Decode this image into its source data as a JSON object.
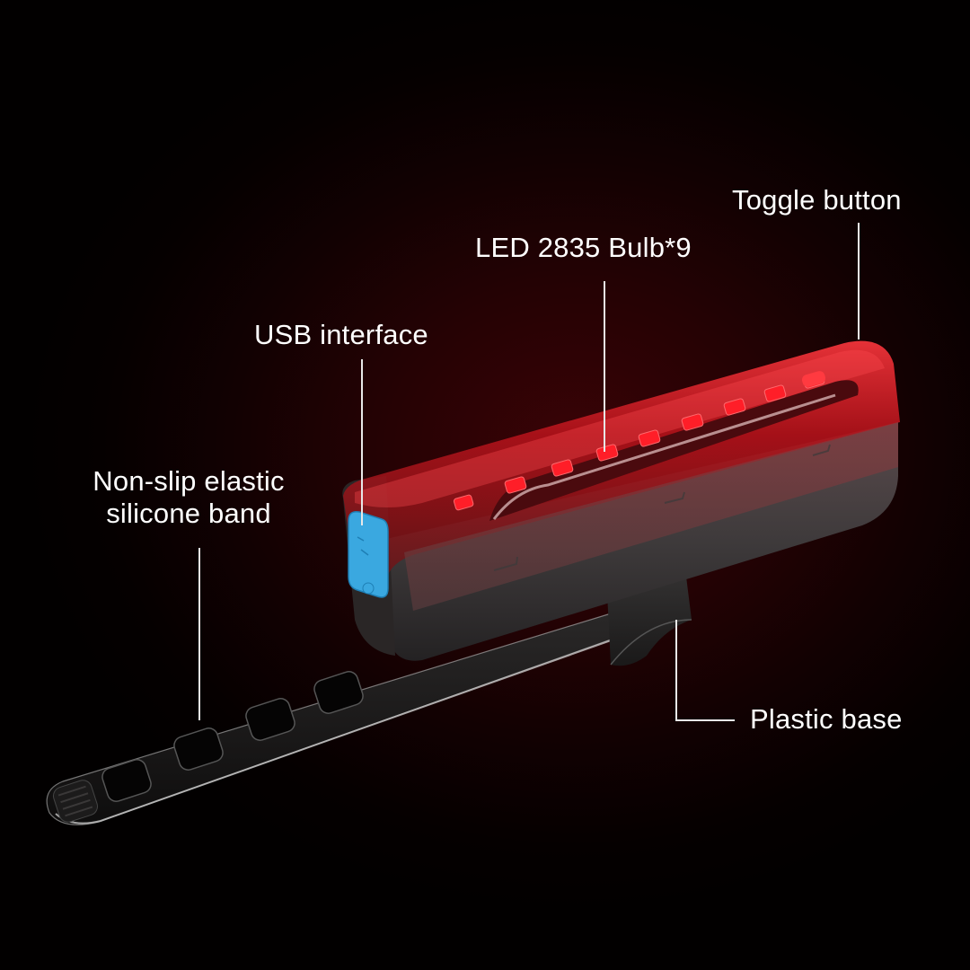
{
  "image": {
    "subject": "Bicycle tail light with silicone strap",
    "background_color": "#1a0103",
    "accent_colors": {
      "lens_red": "#e8141c",
      "led_red": "#ff1e28",
      "usb_cover_blue": "#3aa8e0",
      "body_gray": "#4a4748",
      "strap_black": "#151313"
    }
  },
  "callouts": {
    "toggle_button": "Toggle button",
    "led_bulbs": "LED 2835 Bulb*9",
    "usb_interface": "USB interface",
    "band_line1": "Non-slip elastic",
    "band_line2": "silicone band",
    "plastic_base": "Plastic base"
  },
  "product": {
    "led_count": 9,
    "strap_holes": 5
  }
}
